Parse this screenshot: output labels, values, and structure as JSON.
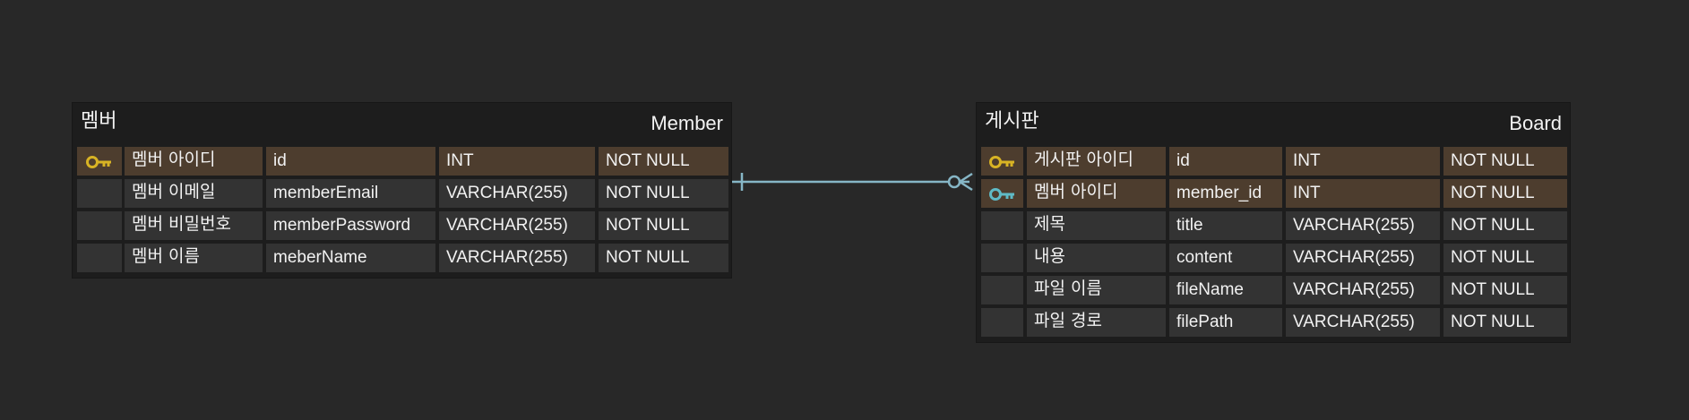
{
  "colors": {
    "background": "#282828",
    "entity_background": "#1d1d1d",
    "cell_background": "#333333",
    "key_row_background": "#4d3d2e",
    "primary_key_icon": "#d8b324",
    "foreign_key_icon": "#5fbac6",
    "relationship_line": "#86b6c6",
    "text": "#f2f2f2"
  },
  "entities": [
    {
      "logical_name": "멤버",
      "physical_name": "Member",
      "columns": [
        {
          "key": "primary-key-icon",
          "logical": "멤버 아이디",
          "physical": "id",
          "type": "INT",
          "null": "NOT NULL"
        },
        {
          "key": "",
          "logical": "멤버 이메일",
          "physical": "memberEmail",
          "type": "VARCHAR(255)",
          "null": "NOT NULL"
        },
        {
          "key": "",
          "logical": "멤버 비밀번호",
          "physical": "memberPassword",
          "type": "VARCHAR(255)",
          "null": "NOT NULL"
        },
        {
          "key": "",
          "logical": "멤버 이름",
          "physical": "meberName",
          "type": "VARCHAR(255)",
          "null": "NOT NULL"
        }
      ]
    },
    {
      "logical_name": "게시판",
      "physical_name": "Board",
      "columns": [
        {
          "key": "primary-key-icon",
          "logical": "게시판 아이디",
          "physical": "id",
          "type": "INT",
          "null": "NOT NULL"
        },
        {
          "key": "foreign-key-icon",
          "logical": "멤버 아이디",
          "physical": "member_id",
          "type": "INT",
          "null": "NOT NULL"
        },
        {
          "key": "",
          "logical": "제목",
          "physical": "title",
          "type": "VARCHAR(255)",
          "null": "NOT NULL"
        },
        {
          "key": "",
          "logical": "내용",
          "physical": "content",
          "type": "VARCHAR(255)",
          "null": "NOT NULL"
        },
        {
          "key": "",
          "logical": "파일 이름",
          "physical": "fileName",
          "type": "VARCHAR(255)",
          "null": "NOT NULL"
        },
        {
          "key": "",
          "logical": "파일 경로",
          "physical": "filePath",
          "type": "VARCHAR(255)",
          "null": "NOT NULL"
        }
      ]
    }
  ],
  "relationships": [
    {
      "from": "Member",
      "to": "Board",
      "from_cardinality": "one",
      "to_cardinality": "zero-or-many"
    }
  ]
}
